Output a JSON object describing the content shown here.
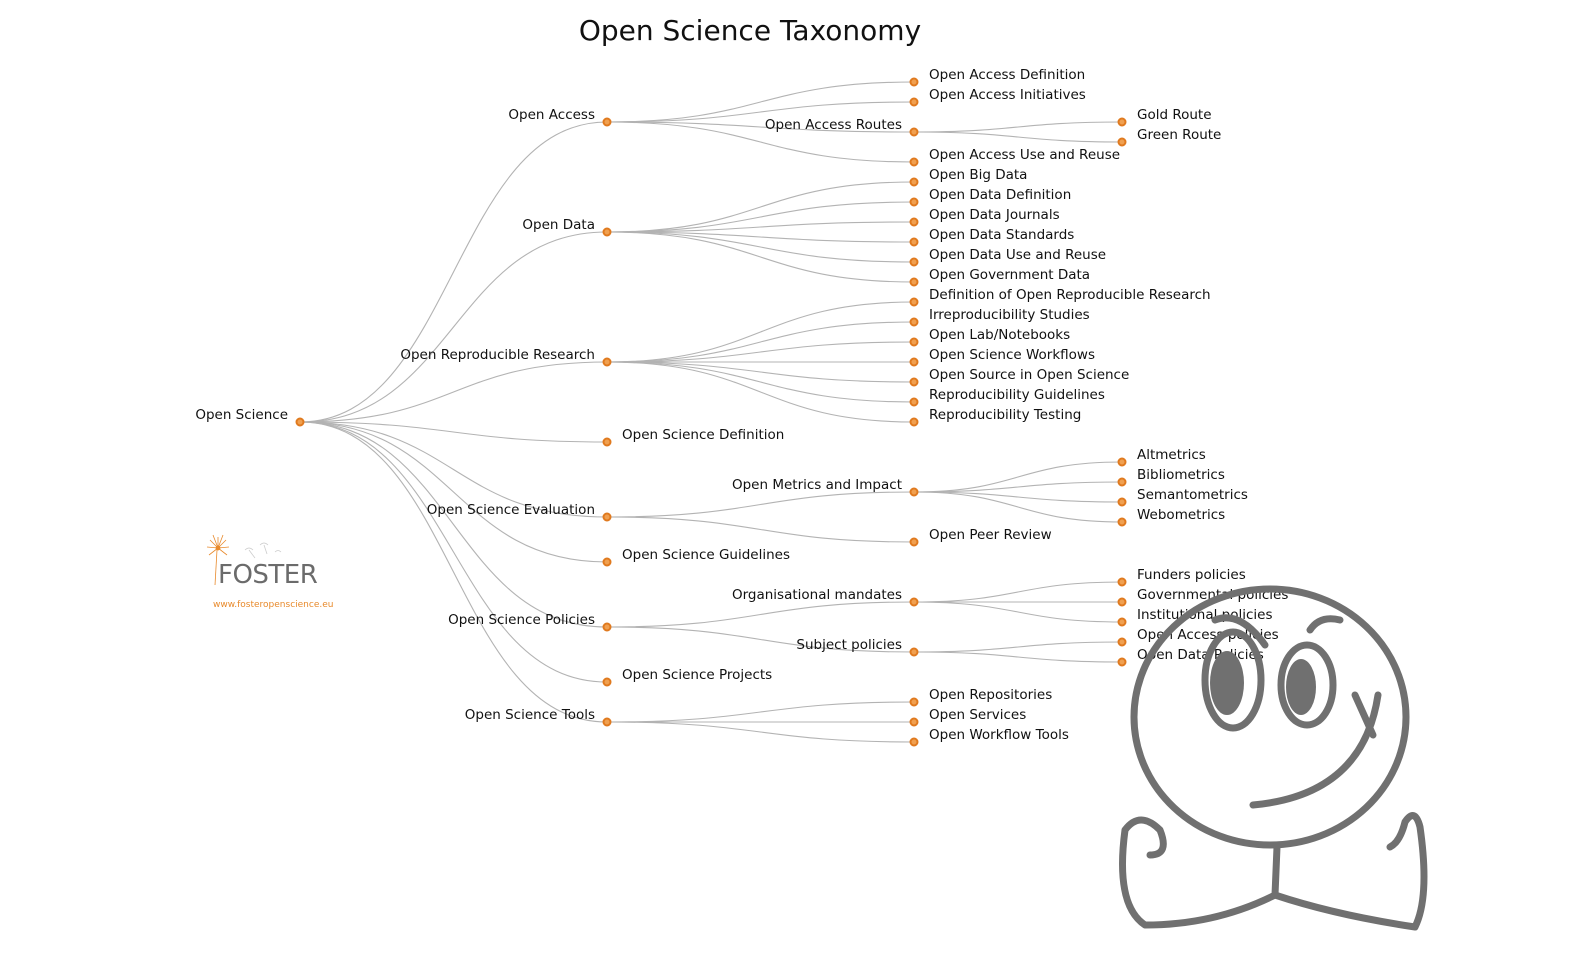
{
  "title": "Open Science Taxonomy",
  "colors": {
    "node_fill": "#f0a050",
    "node_stroke": "#e07a1f",
    "edge": "#b3b3b3",
    "logo_accent": "#e88a2c",
    "mascot": "#707070"
  },
  "tree": {
    "label": "Open Science",
    "children": [
      {
        "label": "Open Access",
        "children": [
          {
            "label": "Open Access Definition"
          },
          {
            "label": "Open Access Initiatives"
          },
          {
            "label": "Open Access Routes",
            "children": [
              {
                "label": "Gold Route"
              },
              {
                "label": "Green Route"
              }
            ]
          },
          {
            "label": "Open Access Use and Reuse"
          }
        ]
      },
      {
        "label": "Open Data",
        "children": [
          {
            "label": "Open Big Data"
          },
          {
            "label": "Open Data Definition"
          },
          {
            "label": "Open Data Journals"
          },
          {
            "label": "Open Data Standards"
          },
          {
            "label": "Open Data Use and Reuse"
          },
          {
            "label": "Open Government Data"
          }
        ]
      },
      {
        "label": "Open Reproducible Research",
        "children": [
          {
            "label": "Definition of Open Reproducible Research"
          },
          {
            "label": "Irreproducibility Studies"
          },
          {
            "label": "Open Lab/Notebooks"
          },
          {
            "label": "Open Science Workflows"
          },
          {
            "label": "Open Source in Open Science"
          },
          {
            "label": "Reproducibility Guidelines"
          },
          {
            "label": "Reproducibility Testing"
          }
        ]
      },
      {
        "label": "Open Science Definition"
      },
      {
        "label": "Open Science Evaluation",
        "children": [
          {
            "label": "Open Metrics and Impact",
            "children": [
              {
                "label": "Altmetrics"
              },
              {
                "label": "Bibliometrics"
              },
              {
                "label": "Semantometrics"
              },
              {
                "label": "Webometrics"
              }
            ]
          },
          {
            "label": "Open Peer Review"
          }
        ]
      },
      {
        "label": "Open Science Guidelines"
      },
      {
        "label": "Open Science Policies",
        "children": [
          {
            "label": "Organisational mandates",
            "children": [
              {
                "label": "Funders policies"
              },
              {
                "label": "Governmental policies"
              },
              {
                "label": "Institutional policies"
              }
            ]
          },
          {
            "label": "Subject policies",
            "children": [
              {
                "label": "Open Access policies"
              },
              {
                "label": "Open Data Policies"
              }
            ]
          }
        ]
      },
      {
        "label": "Open Science Projects"
      },
      {
        "label": "Open Science Tools",
        "children": [
          {
            "label": "Open Repositories"
          },
          {
            "label": "Open Services"
          },
          {
            "label": "Open Workflow Tools"
          }
        ]
      }
    ]
  },
  "logo": {
    "wordmark": "FOSTER",
    "url": "www.fosteropenscience.eu"
  }
}
